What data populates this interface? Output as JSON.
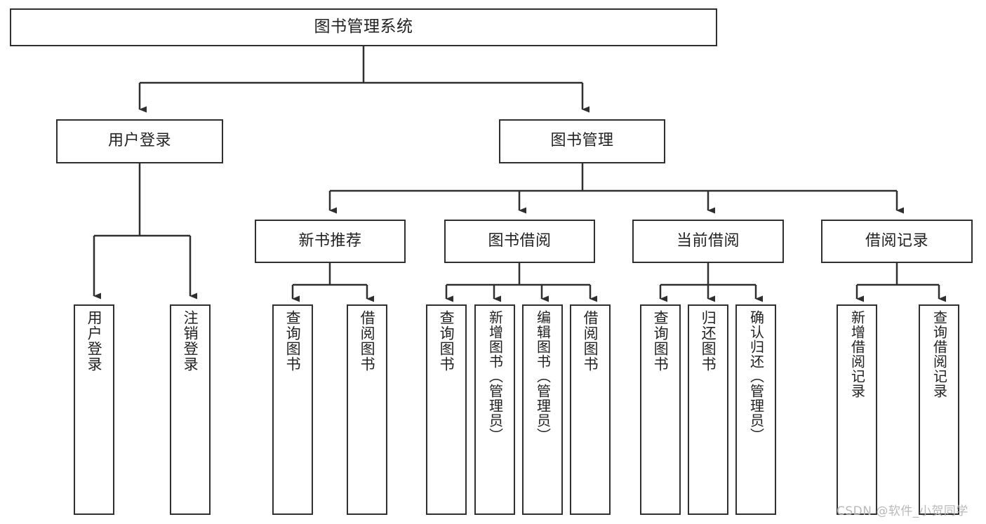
{
  "diagram": {
    "type": "tree",
    "title": "图书管理系统",
    "orientation": "top-down",
    "colors": {
      "box_border": "#2f2f2f",
      "box_fill": "#ffffff",
      "edge": "#2f2f2f",
      "text": "#222222",
      "watermark": "#b9b9b9"
    },
    "root": {
      "label": "图书管理系统"
    },
    "level2": [
      {
        "label": "用户登录"
      },
      {
        "label": "图书管理"
      }
    ],
    "level3": [
      {
        "label": "新书推荐"
      },
      {
        "label": "图书借阅"
      },
      {
        "label": "当前借阅"
      },
      {
        "label": "借阅记录"
      }
    ],
    "leaves": {
      "user_login": [
        {
          "label": "用户登录"
        },
        {
          "label": "注销登录"
        }
      ],
      "new_book_recommend": [
        {
          "label": "查询图书"
        },
        {
          "label": "借阅图书"
        }
      ],
      "book_borrow": [
        {
          "label": "查询图书"
        },
        {
          "label": "新增图书（管理员）"
        },
        {
          "label": "编辑图书（管理员）"
        },
        {
          "label": "借阅图书"
        }
      ],
      "current_borrow": [
        {
          "label": "查询图书"
        },
        {
          "label": "归还图书"
        },
        {
          "label": "确认归还（管理员）"
        }
      ],
      "borrow_record": [
        {
          "label": "新增借阅记录"
        },
        {
          "label": "查询借阅记录"
        }
      ]
    }
  },
  "watermark": {
    "text": "CSDN @软件_小贺同学"
  }
}
